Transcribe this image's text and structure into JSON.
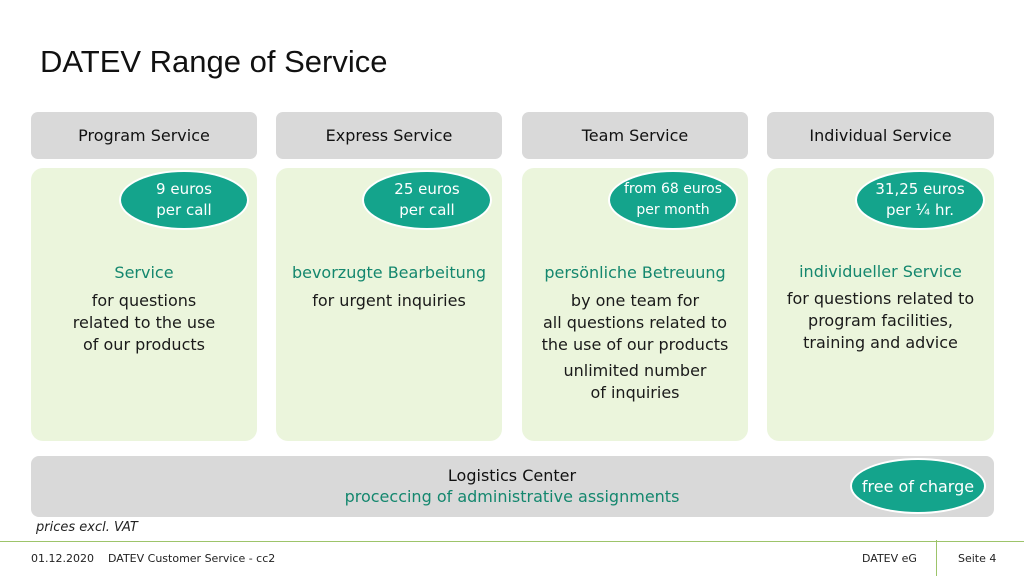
{
  "title": "DATEV Range of Service",
  "columns": [
    {
      "header": "Program Service",
      "badge_line1": "9 euros",
      "badge_line2": "per call",
      "green_line": "Service",
      "lines": [
        "for questions",
        "related to the use",
        "of our products"
      ]
    },
    {
      "header": "Express Service",
      "badge_line1": "25 euros",
      "badge_line2": "per call",
      "green_line": "bevorzugte Bearbeitung",
      "lines": [
        "for urgent inquiries"
      ]
    },
    {
      "header": "Team Service",
      "badge_line1": "from 68 euros",
      "badge_line2": "per month",
      "green_line": "persönliche Betreuung",
      "lines": [
        "by one team for",
        "all questions related to",
        "the use of our products"
      ],
      "extra_lines": [
        "unlimited number",
        "of inquiries"
      ]
    },
    {
      "header": "Individual Service",
      "badge_line1": "31,25 euros",
      "badge_line2": "per ¼ hr.",
      "green_line": "individueller Service",
      "lines": [
        "for questions related to",
        "program facilities,",
        "training and advice"
      ]
    }
  ],
  "logistics": {
    "title": "Logistics Center",
    "subtitle": "proceccing of administrative assignments",
    "badge": "free of charge"
  },
  "note": "prices excl. VAT",
  "footer": {
    "date": "01.12.2020",
    "label": "DATEV Customer Service - cc2",
    "brand": "DATEV eG",
    "page": "Seite 4"
  },
  "colors": {
    "accent_teal": "#14a48c",
    "green_text": "#14876e",
    "panel_bg": "#ebf5dc",
    "header_bg": "#d9d9d9"
  }
}
